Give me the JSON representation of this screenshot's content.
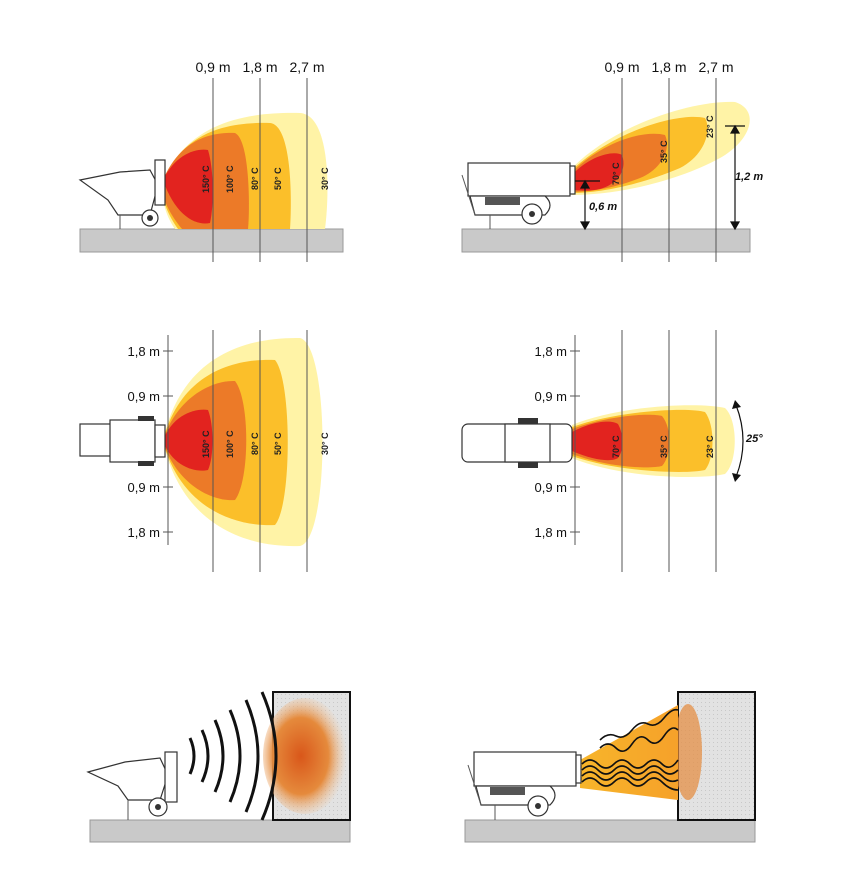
{
  "colors": {
    "zone_hot": "#e2231f",
    "zone_orange": "#ec7a28",
    "zone_yellow": "#fbbf2a",
    "zone_pale": "#fff3a6",
    "ground": "#c9c9c9"
  },
  "distance_labels": [
    "0,9 m",
    "1,8 m",
    "2,7 m"
  ],
  "scale_labels": [
    "1,8 m",
    "0,9 m",
    "0,9 m",
    "1,8 m"
  ],
  "radiant_heater": {
    "temperatures": [
      "150° C",
      "100° C",
      "80° C",
      "50° C",
      "30° C"
    ]
  },
  "forced_air_heater": {
    "temperatures": [
      "70° C",
      "35° C",
      "23° C"
    ],
    "outlet_height": "0,6 m",
    "plume_height": "1,2 m",
    "spread_angle": "25°"
  }
}
